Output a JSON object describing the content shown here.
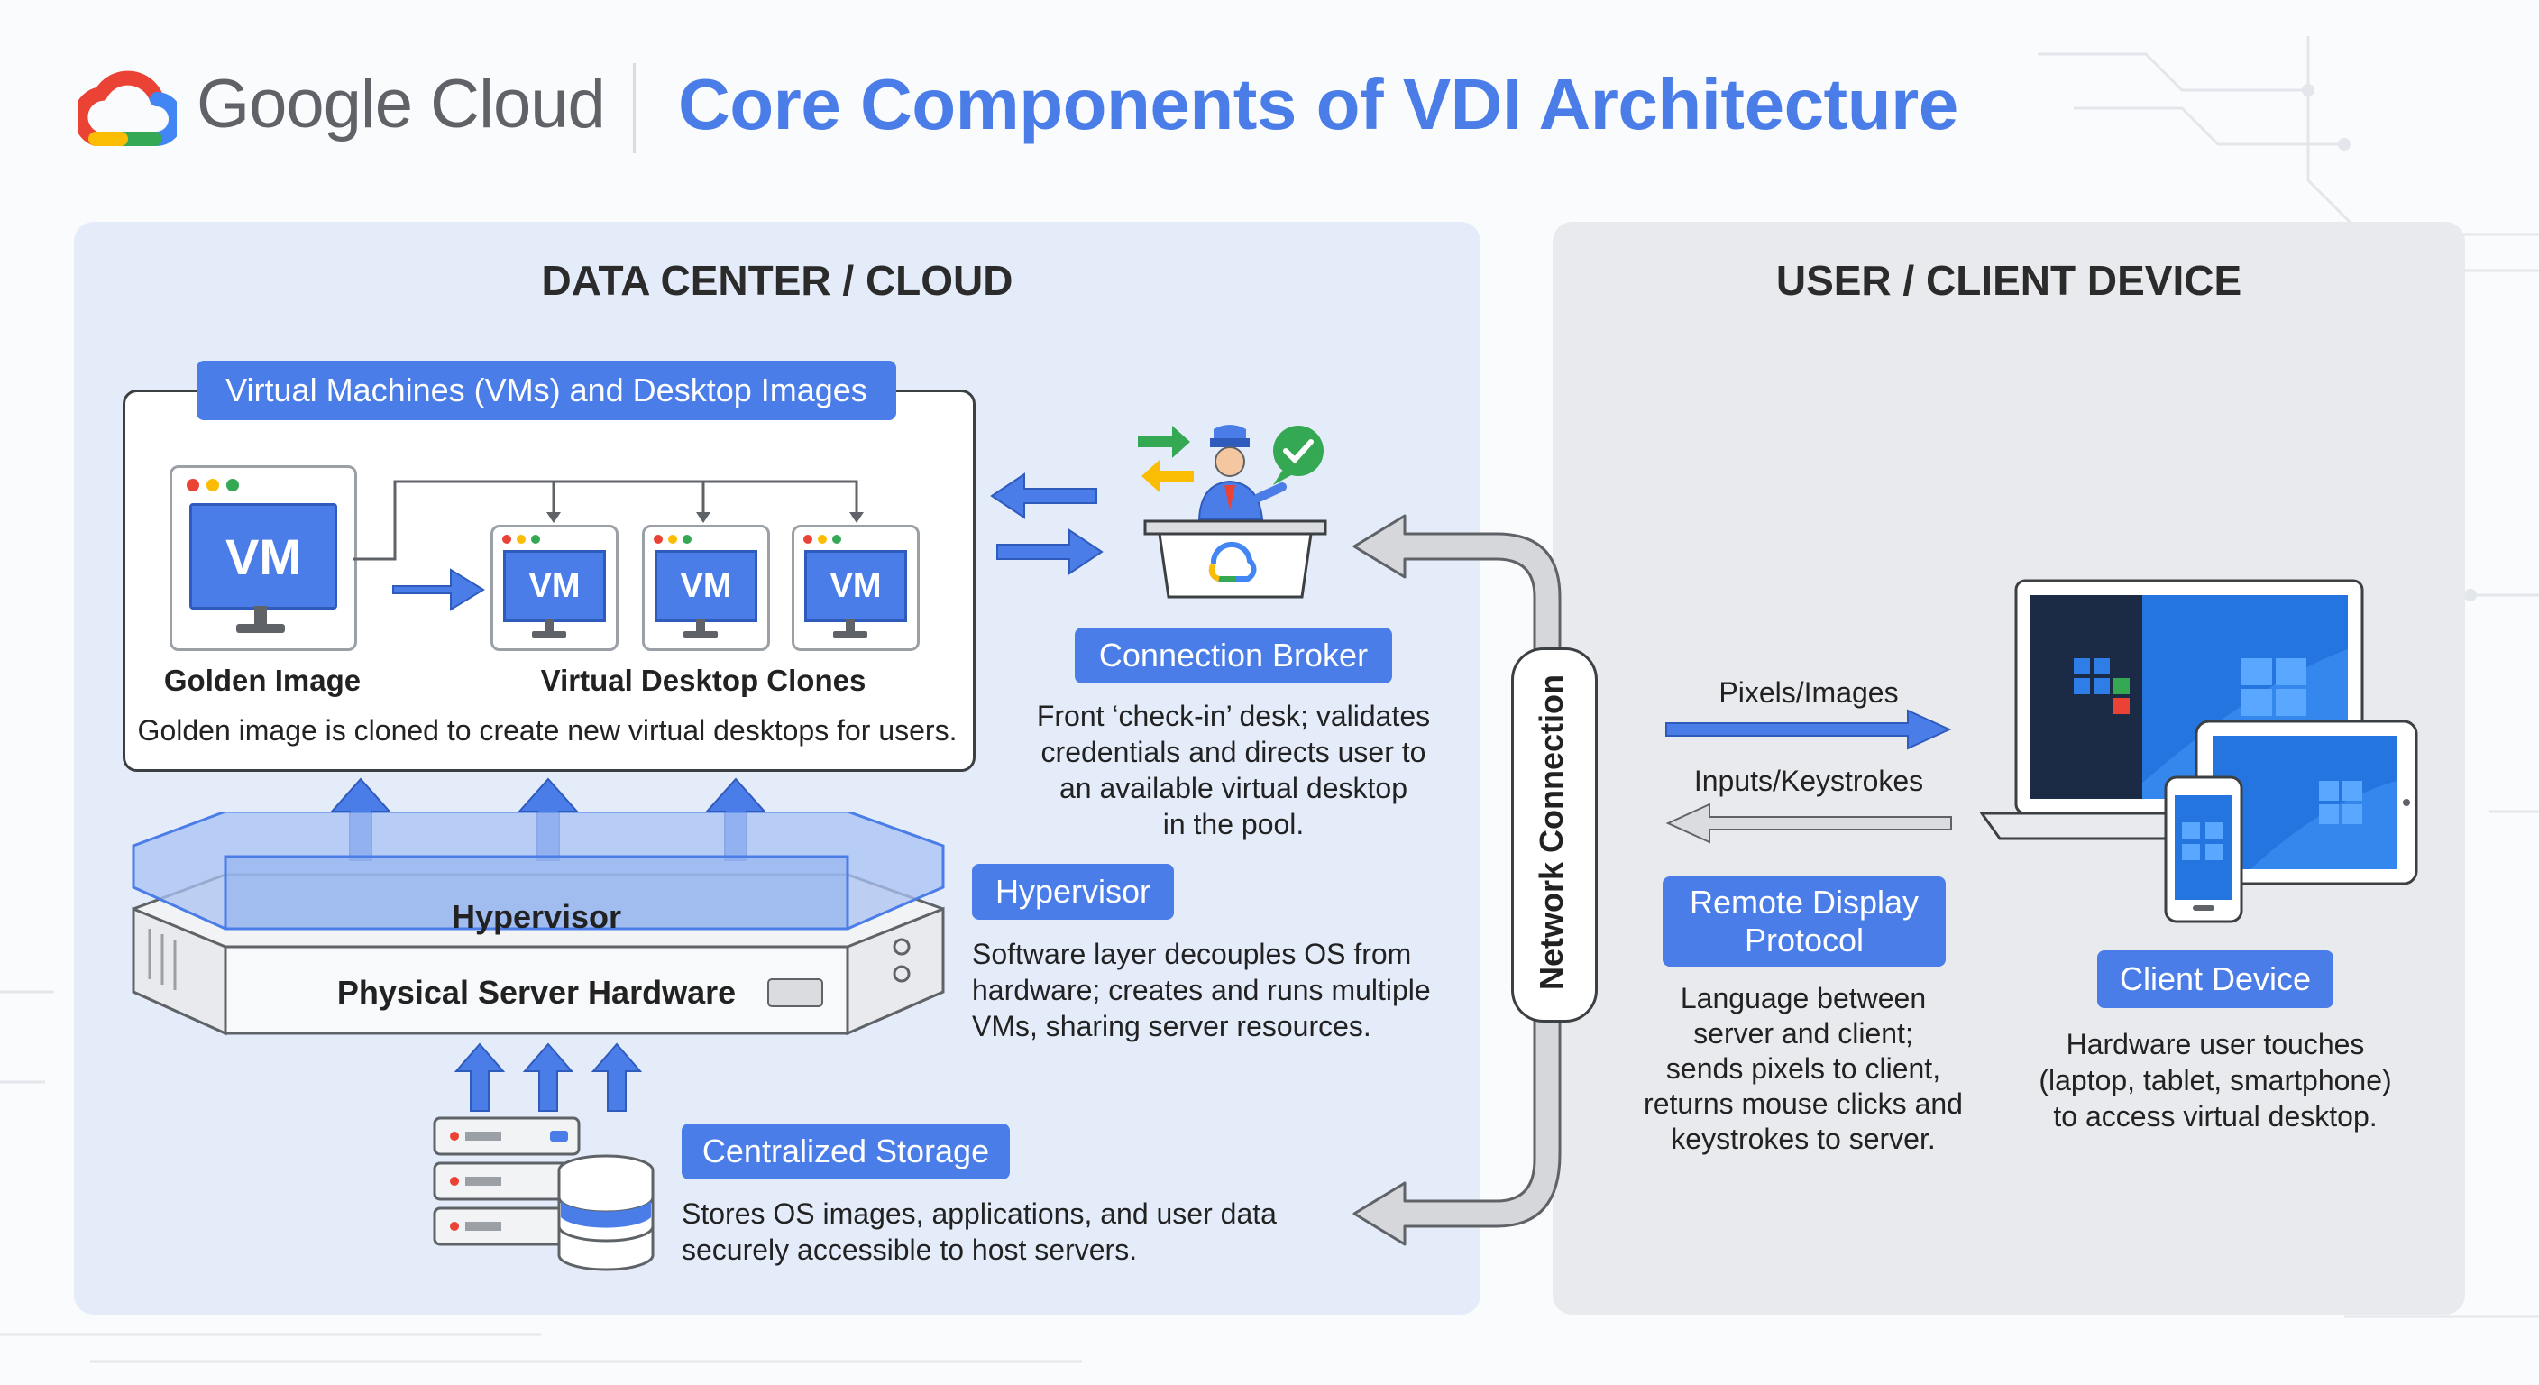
{
  "header": {
    "logo_text": "Google Cloud",
    "title": "Core Components of VDI Architecture"
  },
  "data_center": {
    "heading": "DATA CENTER / CLOUD",
    "vm_section": {
      "pill": "Virtual Machines (VMs) and Desktop Images",
      "vm_label": "VM",
      "golden_image_label": "Golden Image",
      "clones_label": "Virtual Desktop Clones",
      "caption": "Golden image is cloned to create new virtual desktops for users."
    },
    "hypervisor_layer_label": "Hypervisor",
    "server_label": "Physical Server Hardware",
    "connection_broker": {
      "pill": "Connection Broker",
      "desc": [
        "Front ‘check-in’ desk; validates",
        "credentials and directs user to",
        "an available virtual desktop",
        "in the pool."
      ]
    },
    "hypervisor": {
      "pill": "Hypervisor",
      "desc": [
        "Software layer decouples OS from",
        "hardware; creates and runs multiple",
        "VMs, sharing server resources."
      ]
    },
    "storage": {
      "pill": "Centralized Storage",
      "desc": [
        "Stores OS images, applications, and user data",
        "securely accessible to host servers."
      ]
    }
  },
  "network": {
    "label": "Network Connection"
  },
  "user": {
    "heading": "USER / CLIENT DEVICE",
    "arrow_out_label": "Pixels/Images",
    "arrow_in_label": "Inputs/Keystrokes",
    "protocol": {
      "pill": [
        "Remote Display",
        "Protocol"
      ],
      "desc": [
        "Language between",
        "server and client;",
        "sends pixels to client,",
        "returns mouse clicks and",
        "keystrokes to server."
      ]
    },
    "client_device": {
      "pill": "Client Device",
      "desc": [
        "Hardware user touches",
        "(laptop, tablet, smartphone)",
        "to access virtual desktop."
      ]
    }
  },
  "colors": {
    "accent_blue": "#4a7de8",
    "green": "#34a853",
    "yellow": "#fbbc04",
    "red": "#ea4335",
    "gray_arrow": "#8e9196"
  }
}
